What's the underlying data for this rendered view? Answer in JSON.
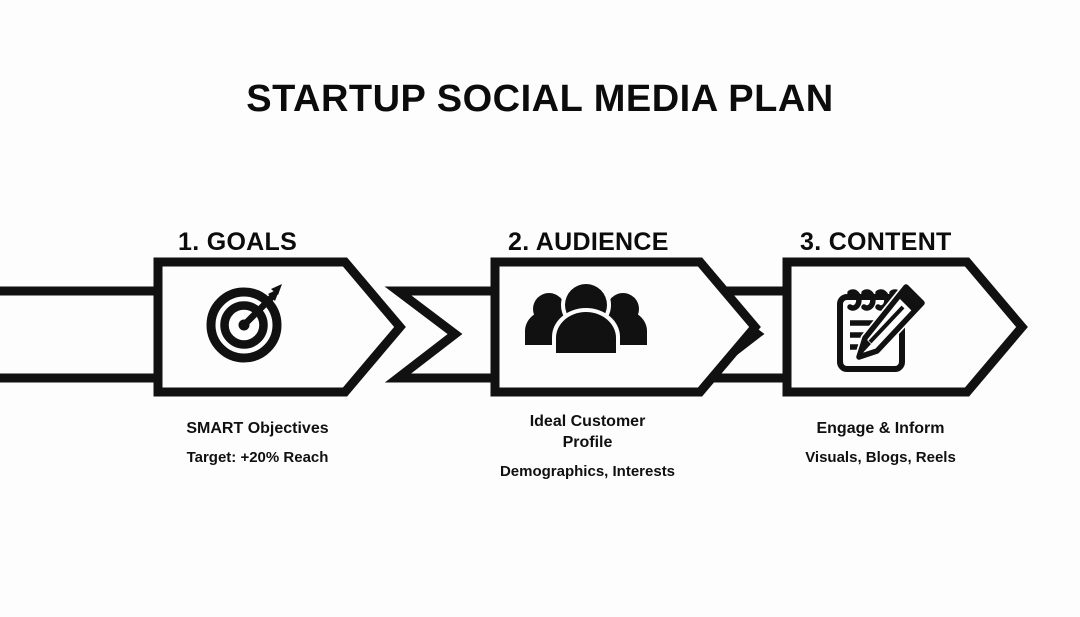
{
  "page": {
    "title": "STARTUP SOCIAL MEDIA PLAN",
    "background_color": "#fdfdfd",
    "ink_color": "#111111"
  },
  "diagram": {
    "type": "process-flow-arrows",
    "orientation": "horizontal",
    "stage_count": 3,
    "stages": [
      {
        "heading": "1. GOALS",
        "icon": "target-arrow-icon",
        "caption_primary": "SMART Objectives",
        "caption_secondary": "Target: +20% Reach"
      },
      {
        "heading": "2. AUDIENCE",
        "icon": "people-group-icon",
        "caption_primary": "Ideal Customer\nProfile",
        "caption_secondary": "Demographics, Interests"
      },
      {
        "heading": "3. CONTENT",
        "icon": "notepad-pencil-icon",
        "caption_primary": "Engage & Inform",
        "caption_secondary": "Visuals, Blogs, Reels"
      }
    ]
  }
}
